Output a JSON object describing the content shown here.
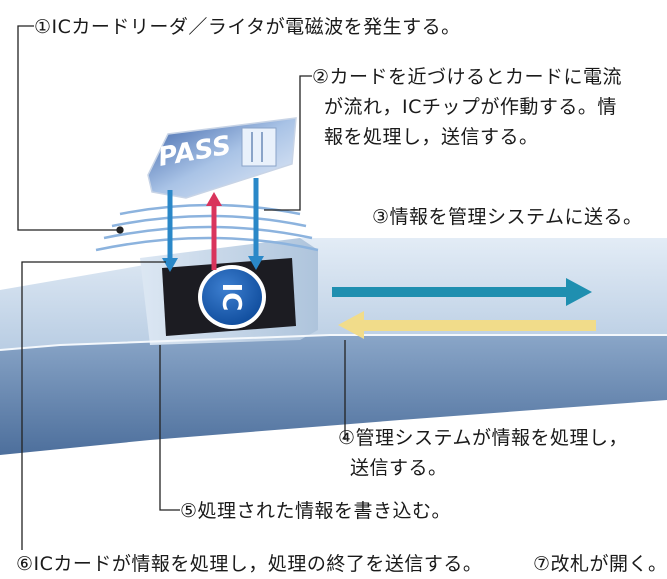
{
  "steps": {
    "step1": "①ICカードリーダ／ライタが電磁波を発生する。",
    "step2": [
      "②カードを近づけるとカードに電流",
      "が流れ，ICチップが作動する。情",
      "報を処理し，送信する。"
    ],
    "step3": "③情報を管理システムに送る。",
    "step4": [
      "④管理システムが情報を処理し，",
      "送信する。"
    ],
    "step5": "⑤処理された情報を書き込む。",
    "step6": "⑥ICカードが情報を処理し，処理の終了を送信する。",
    "step7": "⑦改札が開く。"
  },
  "card": {
    "brand_text": "PASS"
  },
  "chip": {
    "text": "IC"
  },
  "colors": {
    "arrow_blue": "#2a88c8",
    "arrow_red": "#d9345c",
    "arrow_teal": "#1f8fb0",
    "arrow_yellow": "#f1dc8a",
    "gate_top": "#c9d8ea",
    "gate_front": "#6e8fb8",
    "reader_panel": "#1c1c22"
  }
}
